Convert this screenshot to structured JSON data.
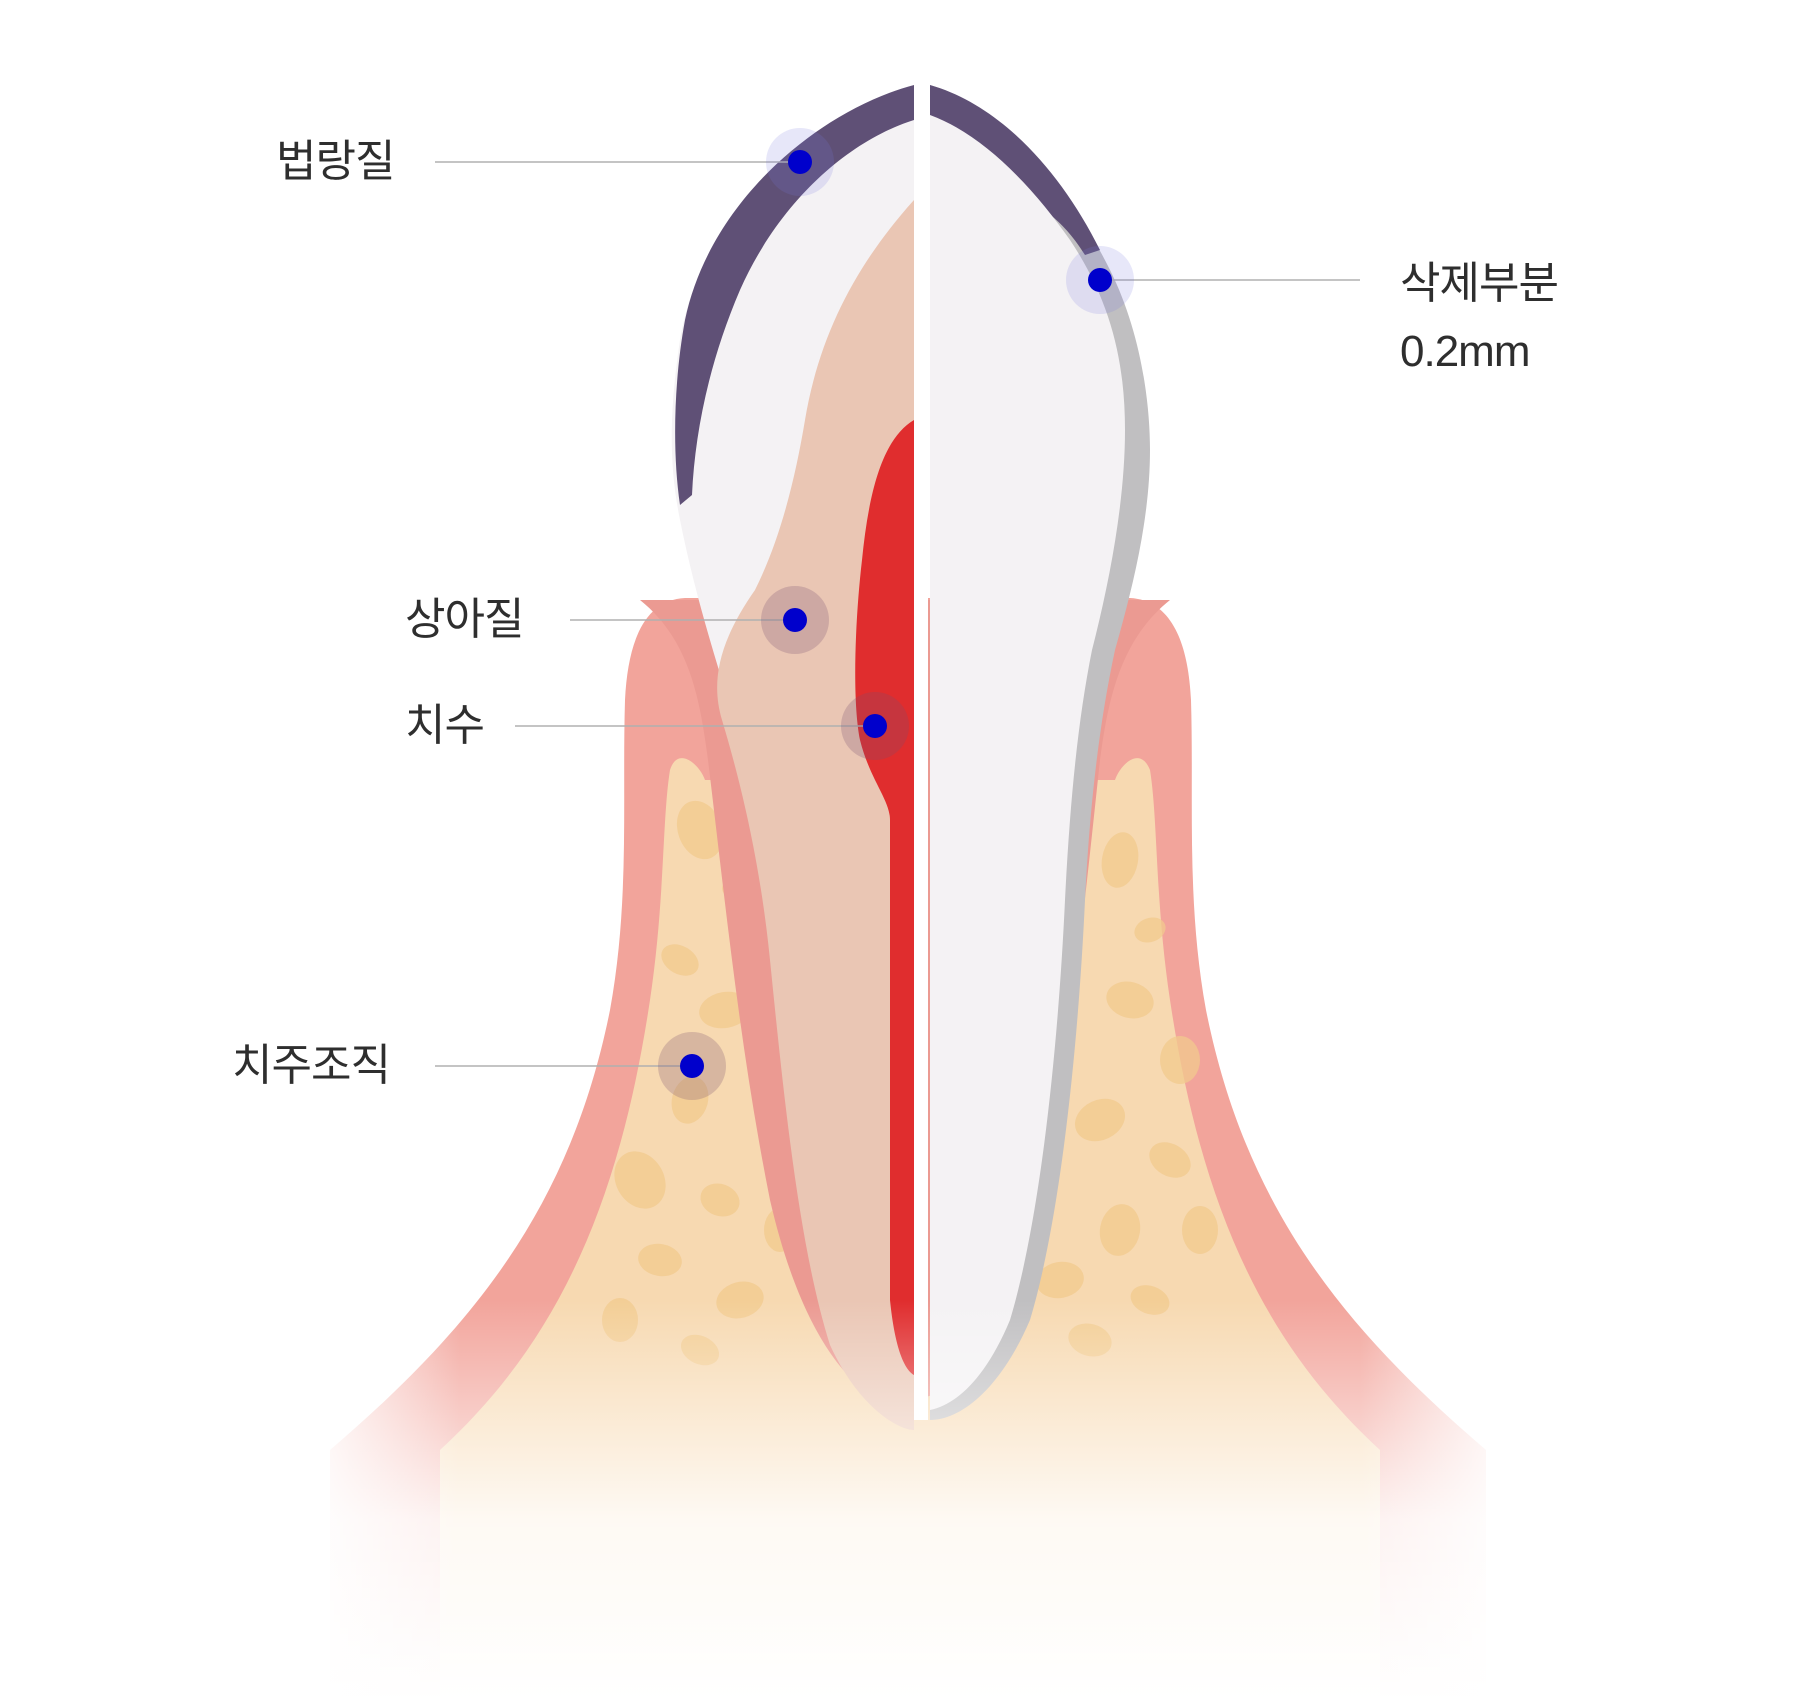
{
  "labels": {
    "enamel": "법랑질",
    "dentin": "상아질",
    "pulp": "치수",
    "periodontal": "치주조직",
    "removed_part": "삭제부분",
    "removed_thickness": "0.2mm"
  },
  "colors": {
    "enamel": "#5f5076",
    "dentin": "#eac6b4",
    "pulp": "#e02d2e",
    "tooth_white": "#f4f2f4",
    "removed_layer": "#c0bfc1",
    "gum": "#f2a49b",
    "gum_inner": "#eb9a92",
    "bone": "#f7d9b1",
    "bone_spots": "#f1c98e",
    "marker_dot": "#0000cc",
    "leader_line": "#b0b0b0"
  }
}
